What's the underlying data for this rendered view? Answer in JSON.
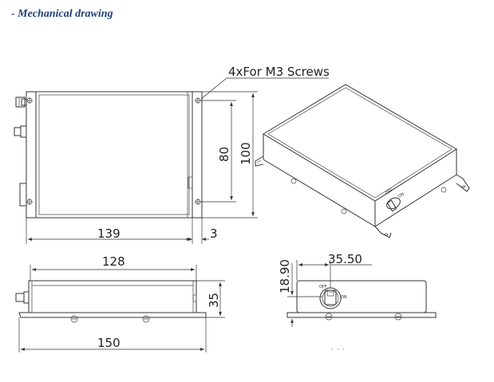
{
  "header": {
    "title": "- Mechanical drawing"
  },
  "top_view": {
    "screw_note": "4xFor M3 Screws",
    "dim_inner_height": "80",
    "dim_outer_height": "100",
    "dim_width": "139",
    "dim_flange": "3"
  },
  "side_view": {
    "dim_body_width": "128",
    "dim_height": "35",
    "dim_overall_width": "150"
  },
  "end_view": {
    "dim_height": "18.90",
    "dim_offset": "35.50",
    "switch_off": "OFF",
    "switch_on": "ON"
  }
}
